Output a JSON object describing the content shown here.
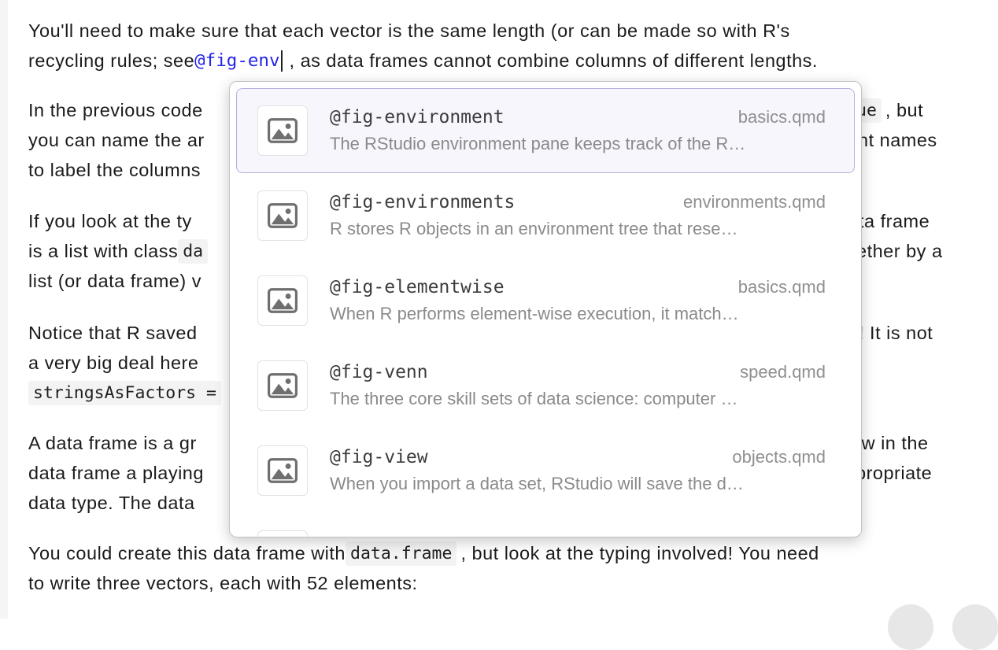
{
  "colors": {
    "reference_blue": "#2525e8",
    "selected_item_bg": "#f8f6fd",
    "selected_item_border": "#b5afdd",
    "inline_code_bg": "#f3f3f3"
  },
  "document": {
    "lines": [
      {
        "text": "You'll need to make sure that each vector is the same length (or can be made so with R's"
      },
      {
        "pre": "recycling rules; see ",
        "ref": "@fig-env",
        "post": ", as data frames cannot combine columns of different lengths."
      },
      {
        "text": "In the previous code"
      },
      {
        "text": "you can name the ar"
      },
      {
        "text": "to label the columns"
      },
      {
        "text": "If you look at the ty"
      },
      {
        "pre": "is a list with class ",
        "code": "da"
      },
      {
        "text": "list (or data frame) v"
      },
      {
        "text": "Notice that R saved"
      },
      {
        "text": "a very big deal here"
      },
      {
        "code": "stringsAsFactors ="
      },
      {
        "text": "A data frame is a gr"
      },
      {
        "text": "data frame a playing"
      },
      {
        "text": "data type. The data"
      },
      {
        "pre": "You could create this data frame with ",
        "code": "data.frame",
        "post": ", but look at the typing involved! You need"
      },
      {
        "text": "to write three vectors, each with 52 elements:"
      }
    ],
    "right_fragments": [
      {
        "code": "ue",
        "post": ", but"
      },
      {
        "text": "nt names"
      },
      {
        "text": "ta frame"
      },
      {
        "text": "ether by a"
      },
      {
        "text": "! It is not"
      },
      {
        "text": "ow in the"
      },
      {
        "text": "propriate"
      }
    ]
  },
  "autocomplete": {
    "items": [
      {
        "label": "@fig-environment",
        "file": "basics.qmd",
        "description": "The RStudio environment pane keeps track of the R…",
        "selected": true
      },
      {
        "label": "@fig-environments",
        "file": "environments.qmd",
        "description": "R stores R objects in an environment tree that rese…",
        "selected": false
      },
      {
        "label": "@fig-elementwise",
        "file": "basics.qmd",
        "description": "When R performs element-wise execution, it match…",
        "selected": false
      },
      {
        "label": "@fig-venn",
        "file": "speed.qmd",
        "description": "The three core skill sets of data science: computer …",
        "selected": false
      },
      {
        "label": "@fig-view",
        "file": "objects.qmd",
        "description": "When you import a data set, RStudio will save the d…",
        "selected": false
      }
    ],
    "has_partial_sixth_item": true,
    "item_icon": "image-icon"
  }
}
